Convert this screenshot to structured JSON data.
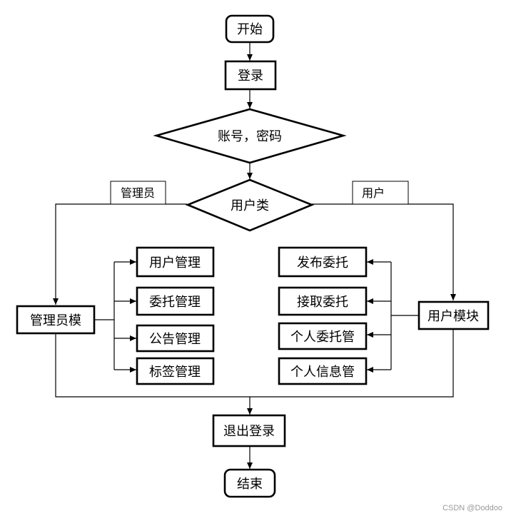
{
  "flowchart": {
    "start": "开始",
    "login": "登录",
    "credentials": "账号，密码",
    "user_type": "用户类",
    "admin_branch_label": "管理员",
    "user_branch_label": "用户",
    "admin_module": "管理员模",
    "user_module": "用户模块",
    "admin_functions": [
      "用户管理",
      "委托管理",
      "公告管理",
      "标签管理"
    ],
    "user_functions": [
      "发布委托",
      "接取委托",
      "个人委托管",
      "个人信息管"
    ],
    "logout": "退出登录",
    "end": "结束"
  },
  "watermark": "CSDN @Doddoo"
}
